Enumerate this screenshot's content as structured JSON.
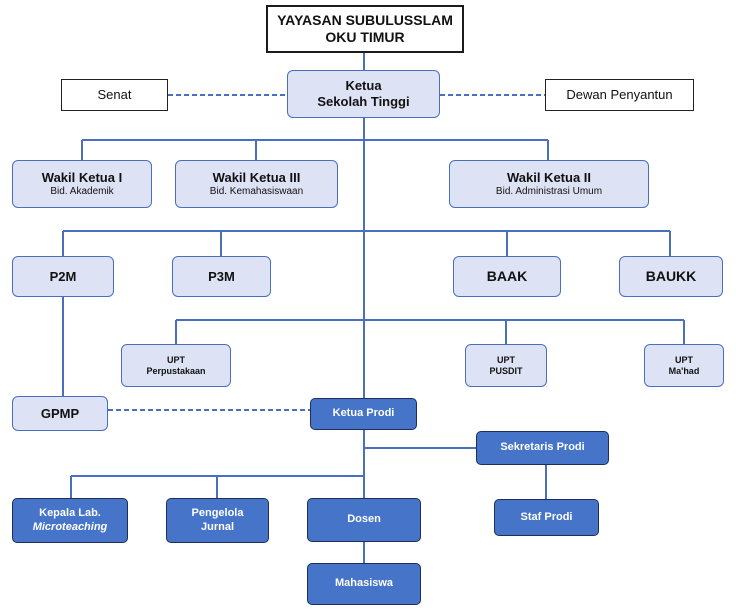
{
  "top": {
    "line1": "YAYASAN SUBULUSSLAM",
    "line2": "OKU TIMUR"
  },
  "senat": "Senat",
  "dewan": "Dewan Penyantun",
  "ketua": {
    "line1": "Ketua",
    "line2": "Sekolah Tinggi"
  },
  "wakil1": {
    "title": "Wakil Ketua I",
    "sub": "Bid. Akademik"
  },
  "wakil3": {
    "title": "Wakil Ketua III",
    "sub": "Bid. Kemahasiswaan"
  },
  "wakil2": {
    "title": "Wakil Ketua II",
    "sub": "Bid. Administrasi Umum"
  },
  "p2m": "P2M",
  "p3m": "P3M",
  "baak": "BAAK",
  "baukk": "BAUKK",
  "upt_perpus": {
    "line1": "UPT",
    "line2": "Perpustakaan"
  },
  "upt_pusdit": {
    "line1": "UPT",
    "line2": "PUSDIT"
  },
  "upt_mahad": {
    "line1": "UPT",
    "line2": "Ma'had"
  },
  "gpmp": "GPMP",
  "ketua_prodi": "Ketua Prodi",
  "sekretaris": "Sekretaris Prodi",
  "kepala_lab": {
    "line1": "Kepala Lab.",
    "line2": "Microteaching"
  },
  "pengelola": {
    "line1": "Pengelola",
    "line2": "Jurnal"
  },
  "dosen": "Dosen",
  "staf": "Staf Prodi",
  "mahasiswa": "Mahasiswa",
  "colors": {
    "connector": "#4a6fc1",
    "light_fill": "#dde3f4",
    "dark_fill": "#4674c9",
    "dark_border": "#1d2f57"
  }
}
